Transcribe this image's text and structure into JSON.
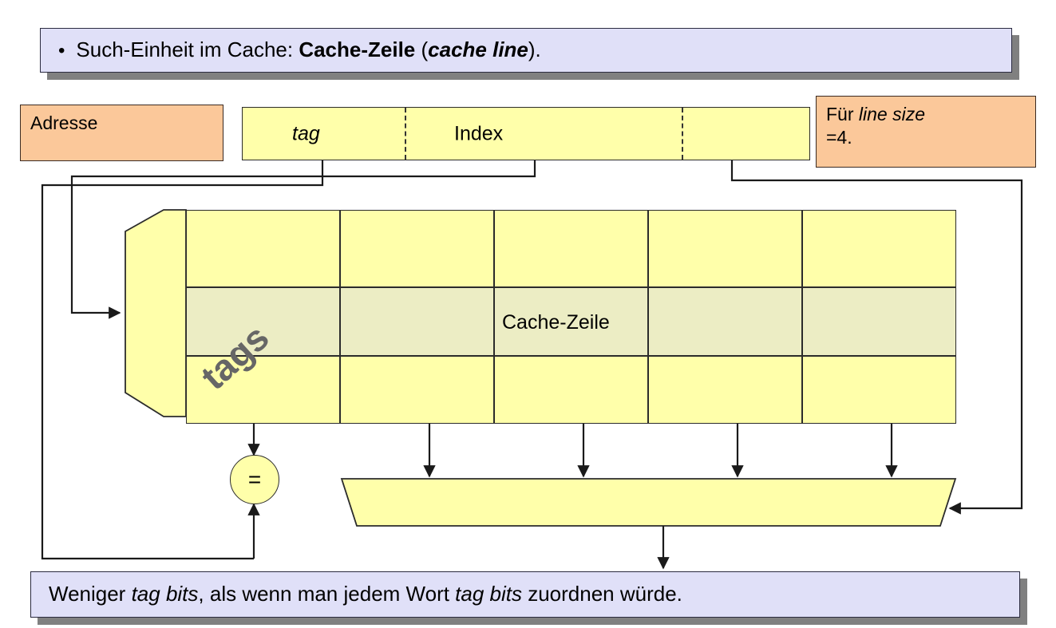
{
  "slide": {
    "top_banner": {
      "bullet": "•",
      "text_plain": "Such-Einheit im Cache: Cache-Zeile (cache line).",
      "segments": [
        {
          "text": "Such-Einheit im Cache: ",
          "style": "normal"
        },
        {
          "text": "Cache-Zeile",
          "style": "bold"
        },
        {
          "text": " (",
          "style": "normal"
        },
        {
          "text": "cache line",
          "style": "bold-italic"
        },
        {
          "text": ").",
          "style": "normal"
        }
      ]
    },
    "bottom_banner": {
      "text_plain": "Weniger tag bits, als wenn man jedem Wort tag bits zuordnen würde.",
      "segments": [
        {
          "text": "Weniger ",
          "style": "normal"
        },
        {
          "text": "tag bits",
          "style": "italic"
        },
        {
          "text": ", als wenn man jedem Wort ",
          "style": "normal"
        },
        {
          "text": "tag bits",
          "style": "italic"
        },
        {
          "text": " zuordnen würde.",
          "style": "normal"
        }
      ]
    }
  },
  "address": {
    "box_label": "Adresse",
    "fields": [
      {
        "name": "tag",
        "label": "tag",
        "style": "italic"
      },
      {
        "name": "index",
        "label": "Index",
        "style": "normal"
      },
      {
        "name": "offset",
        "label": "",
        "style": "normal"
      }
    ]
  },
  "note": {
    "line1_prefix": "Für ",
    "line1_italic": "line size",
    "line2": "=4.",
    "text_plain": "Für line size =4."
  },
  "cache": {
    "tags_label": "tags",
    "cache_line_label": "Cache-Zeile",
    "rows": 3,
    "columns": 5,
    "highlighted_row_index": 1,
    "tag_column_index": 0,
    "data_columns": 4
  },
  "comparator": {
    "label": "="
  },
  "colors": {
    "cell_yellow": "#ffffaa",
    "cell_highlight": "#ecedc4",
    "banner_lavender": "#e0e0f8",
    "orange": "#fbc89a",
    "shadow_gray": "#808080",
    "tags_text_gray": "#666666",
    "outline": "#2b2b2b"
  }
}
